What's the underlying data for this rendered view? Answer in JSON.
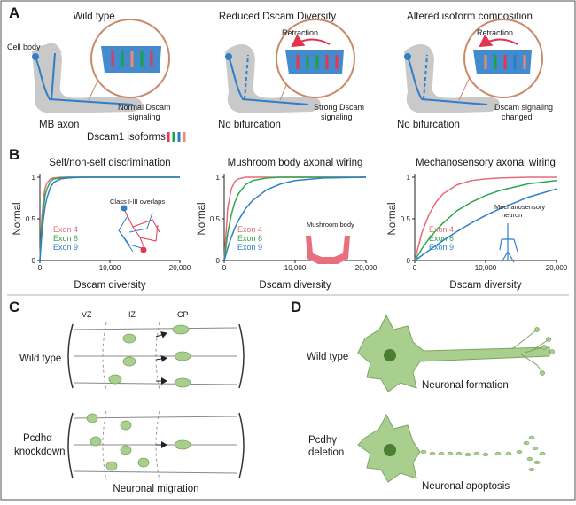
{
  "panels": {
    "A": {
      "label": "A",
      "titles": [
        "Wild type",
        "Reduced Dscam Diversity",
        "Altered isoform composition"
      ],
      "cell_body": "Cell body",
      "mb_axon": "MB axon",
      "no_bif_1": "No bifurcation",
      "no_bif_2": "No bifurcation",
      "retraction_1": "Retraction",
      "retraction_2": "Retraction",
      "sig1": [
        "Normal Dscam",
        "signaling"
      ],
      "sig2": [
        "Strong Dscam",
        "signaling"
      ],
      "sig3": [
        "Dscam signaling",
        "changed"
      ],
      "isoforms": "Dscam1 isoforms",
      "isoform_colors": [
        "#e8364f",
        "#1aa14a",
        "#2a7fc4",
        "#f08a6c"
      ]
    },
    "B": {
      "label": "B",
      "ylabel": "Normal",
      "xlabel": "Dscam diversity",
      "insets": [
        "Class I-III overlaps",
        "Mushroom body",
        "Mechanosensory",
        "neuron"
      ]
    },
    "C": {
      "label": "C",
      "zones": [
        "VZ",
        "IZ",
        "CP"
      ],
      "wt": "Wild type",
      "kd": [
        "Pcdhα",
        "knockdown"
      ],
      "caption": "Neuronal migration"
    },
    "D": {
      "label": "D",
      "wt": "Wild type",
      "del": [
        "Pcdhγ",
        "deletion"
      ],
      "cap1": "Neuronal formation",
      "cap2": "Neuronal apoptosis"
    }
  },
  "chart_data": [
    {
      "type": "line",
      "title": "Self/non-self discrimination",
      "xlabel": "Dscam diversity",
      "ylabel": "Normal",
      "xlim": [
        0,
        20000
      ],
      "ylim": [
        0,
        1
      ],
      "xticks": [
        "0",
        "10,000",
        "20,000"
      ],
      "yticks": [
        "0",
        "0.5",
        "1"
      ],
      "series": [
        {
          "name": "Exon 4",
          "color": "#e8697a",
          "x": [
            0,
            250,
            500,
            750,
            1000,
            1500,
            2000,
            3000,
            4000,
            6000,
            8000,
            20000
          ],
          "y": [
            0,
            0.49,
            0.74,
            0.87,
            0.93,
            0.98,
            0.99,
            1.0,
            1.0,
            1.0,
            1.0,
            1.0
          ]
        },
        {
          "name": "Exon 6",
          "color": "#2ea84f",
          "x": [
            0,
            250,
            500,
            750,
            1000,
            1500,
            2000,
            3000,
            4000,
            6000,
            8000,
            20000
          ],
          "y": [
            0,
            0.39,
            0.63,
            0.78,
            0.86,
            0.95,
            0.98,
            0.99,
            1.0,
            1.0,
            1.0,
            1.0
          ]
        },
        {
          "name": "Exon 9",
          "color": "#2f7ec8",
          "x": [
            0,
            250,
            500,
            750,
            1000,
            1500,
            2000,
            3000,
            4000,
            6000,
            8000,
            20000
          ],
          "y": [
            0,
            0.29,
            0.5,
            0.65,
            0.75,
            0.88,
            0.94,
            0.98,
            0.99,
            1.0,
            1.0,
            1.0
          ]
        }
      ]
    },
    {
      "type": "line",
      "title": "Mushroom body axonal wiring",
      "xlabel": "Dscam diversity",
      "ylabel": "Normal",
      "xlim": [
        0,
        20000
      ],
      "ylim": [
        0,
        1
      ],
      "xticks": [
        "0",
        "10,000",
        "20,000"
      ],
      "yticks": [
        "0",
        "0.5",
        "1"
      ],
      "series": [
        {
          "name": "Exon 4",
          "color": "#e8697a",
          "x": [
            0,
            500,
            1000,
            1500,
            2000,
            3000,
            4000,
            6000,
            8000,
            10000,
            14000,
            20000
          ],
          "y": [
            0,
            0.63,
            0.86,
            0.95,
            0.98,
            1.0,
            1.0,
            1.0,
            1.0,
            1.0,
            1.0,
            1.0
          ]
        },
        {
          "name": "Exon 6",
          "color": "#2ea84f",
          "x": [
            0,
            500,
            1000,
            1500,
            2000,
            3000,
            4000,
            6000,
            8000,
            10000,
            14000,
            20000
          ],
          "y": [
            0,
            0.33,
            0.55,
            0.7,
            0.8,
            0.91,
            0.96,
            0.99,
            1.0,
            1.0,
            1.0,
            1.0
          ]
        },
        {
          "name": "Exon 9",
          "color": "#2f7ec8",
          "x": [
            0,
            500,
            1000,
            1500,
            2000,
            3000,
            4000,
            6000,
            8000,
            10000,
            14000,
            20000
          ],
          "y": [
            0,
            0.15,
            0.28,
            0.39,
            0.48,
            0.62,
            0.72,
            0.85,
            0.92,
            0.96,
            0.99,
            1.0
          ]
        }
      ]
    },
    {
      "type": "line",
      "title": "Mechanosensory axonal wiring",
      "xlabel": "Dscam diversity",
      "ylabel": "Normal",
      "xlim": [
        0,
        20000
      ],
      "ylim": [
        0,
        1
      ],
      "xticks": [
        "0",
        "10,000",
        "20,000"
      ],
      "yticks": [
        "0",
        "0.5",
        "1"
      ],
      "series": [
        {
          "name": "Exon 4",
          "color": "#e8697a",
          "x": [
            0,
            1000,
            2000,
            3000,
            4000,
            6000,
            8000,
            10000,
            12000,
            16000,
            20000
          ],
          "y": [
            0,
            0.33,
            0.55,
            0.7,
            0.8,
            0.91,
            0.96,
            0.98,
            0.99,
            1.0,
            1.0
          ]
        },
        {
          "name": "Exon 6",
          "color": "#2ea84f",
          "x": [
            0,
            1000,
            2000,
            3000,
            4000,
            6000,
            8000,
            10000,
            12000,
            16000,
            20000
          ],
          "y": [
            0,
            0.14,
            0.26,
            0.36,
            0.45,
            0.6,
            0.7,
            0.78,
            0.84,
            0.92,
            0.96
          ]
        },
        {
          "name": "Exon 9",
          "color": "#2f7ec8",
          "x": [
            0,
            1000,
            2000,
            3000,
            4000,
            6000,
            8000,
            10000,
            12000,
            16000,
            20000
          ],
          "y": [
            0,
            0.06,
            0.12,
            0.18,
            0.24,
            0.35,
            0.45,
            0.54,
            0.62,
            0.76,
            0.86
          ]
        }
      ]
    }
  ]
}
